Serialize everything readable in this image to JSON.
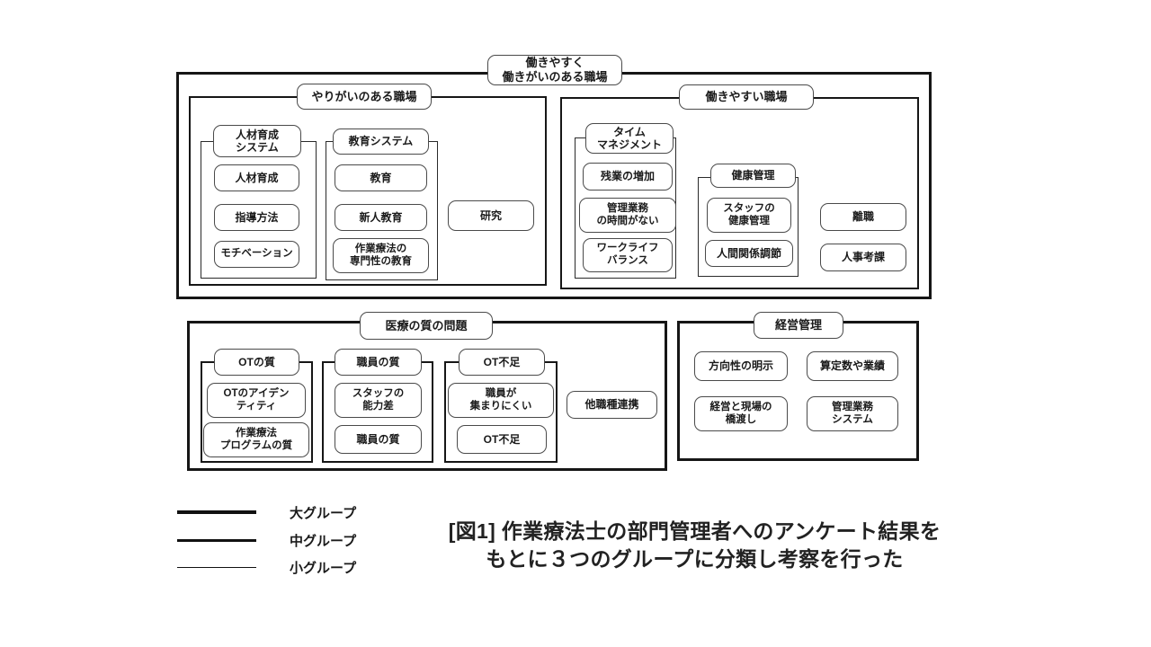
{
  "diagram": {
    "root_label": "働きやすく\n働きがいのある職場",
    "sections": {
      "yarigai": {
        "title": "やりがいのある職場",
        "groups": {
          "jinzai": {
            "title": "人材育成\nシステム",
            "items": [
              "人材育成",
              "指導方法",
              "モチベーション"
            ]
          },
          "kyoiku": {
            "title": "教育システム",
            "items": [
              "教育",
              "新人教育",
              "作業療法の\n専門性の教育"
            ]
          }
        },
        "solo_items": [
          "研究"
        ]
      },
      "hatarakiyasui": {
        "title": "働きやすい職場",
        "groups": {
          "time": {
            "title": "タイム\nマネジメント",
            "items": [
              "残業の増加",
              "管理業務\nの時間がない",
              "ワークライフ\nバランス"
            ]
          },
          "kenko": {
            "title": "健康管理",
            "items": [
              "スタッフの\n健康管理",
              "人間関係調節"
            ]
          }
        },
        "solo_items": [
          "離職",
          "人事考課"
        ]
      },
      "iryo": {
        "title": "医療の質の問題",
        "groups": {
          "ot_quality": {
            "title": "OTの質",
            "items": [
              "OTのアイデン\nティティ",
              "作業療法\nプログラムの質"
            ]
          },
          "shokuin": {
            "title": "職員の質",
            "items": [
              "スタッフの\n能力差",
              "職員の質"
            ]
          },
          "ot_fusoku": {
            "title": "OT不足",
            "items": [
              "職員が\n集まりにくい",
              "OT不足"
            ]
          }
        },
        "solo_items": [
          "他職種連携"
        ]
      },
      "keiei": {
        "title": "経営管理",
        "items": [
          "方向性の明示",
          "算定数や業績",
          "経営と現場の\n橋渡し",
          "管理業務\nシステム"
        ]
      }
    },
    "legend": {
      "items": [
        {
          "label": "大グループ",
          "weight": "thick"
        },
        {
          "label": "中グループ",
          "weight": "medium"
        },
        {
          "label": "小グループ",
          "weight": "thin"
        }
      ]
    },
    "caption": "[図1] 作業療法士の部門管理者へのアンケート結果を\nもとに３つのグループに分類し考察を行った"
  },
  "colors": {
    "line": "#161616",
    "pill_border": "#4a4a4a",
    "text": "#1a1a1a",
    "background": "#ffffff"
  }
}
